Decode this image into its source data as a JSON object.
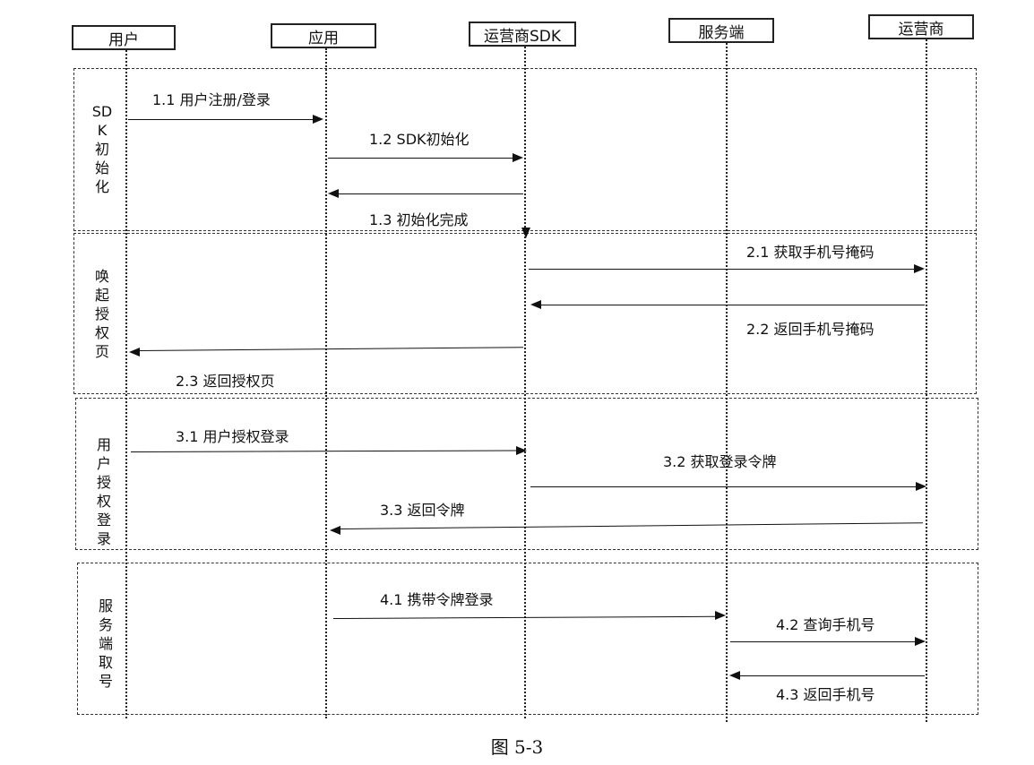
{
  "actors": [
    "用户",
    "应用",
    "运营商SDK",
    "服务端",
    "运营商"
  ],
  "groups": [
    {
      "label": "SDK初始化"
    },
    {
      "label": "唤起授权页"
    },
    {
      "label": "用户授权登录"
    },
    {
      "label": "服务端取号"
    }
  ],
  "messages": [
    {
      "id": "1.1",
      "text": "1.1 用户注册/登录",
      "from": "用户",
      "to": "应用"
    },
    {
      "id": "1.2",
      "text": "1.2 SDK初始化",
      "from": "应用",
      "to": "运营商SDK"
    },
    {
      "id": "1.3",
      "text": "1.3 初始化完成",
      "from": "运营商SDK",
      "to": "应用"
    },
    {
      "id": "2.1",
      "text": "2.1 获取手机号掩码",
      "from": "运营商SDK",
      "to": "运营商"
    },
    {
      "id": "2.2",
      "text": "2.2 返回手机号掩码",
      "from": "运营商",
      "to": "运营商SDK"
    },
    {
      "id": "2.3",
      "text": "2.3 返回授权页",
      "from": "运营商SDK",
      "to": "用户"
    },
    {
      "id": "3.1",
      "text": "3.1 用户授权登录",
      "from": "用户",
      "to": "运营商SDK"
    },
    {
      "id": "3.2",
      "text": "3.2 获取登录令牌",
      "from": "运营商SDK",
      "to": "运营商"
    },
    {
      "id": "3.3",
      "text": "3.3 返回令牌",
      "from": "运营商",
      "to": "应用"
    },
    {
      "id": "4.1",
      "text": "4.1 携带令牌登录",
      "from": "应用",
      "to": "服务端"
    },
    {
      "id": "4.2",
      "text": "4.2 查询手机号",
      "from": "服务端",
      "to": "运营商"
    },
    {
      "id": "4.3",
      "text": "4.3 返回手机号",
      "from": "运营商",
      "to": "服务端"
    }
  ],
  "caption": "图 5-3"
}
